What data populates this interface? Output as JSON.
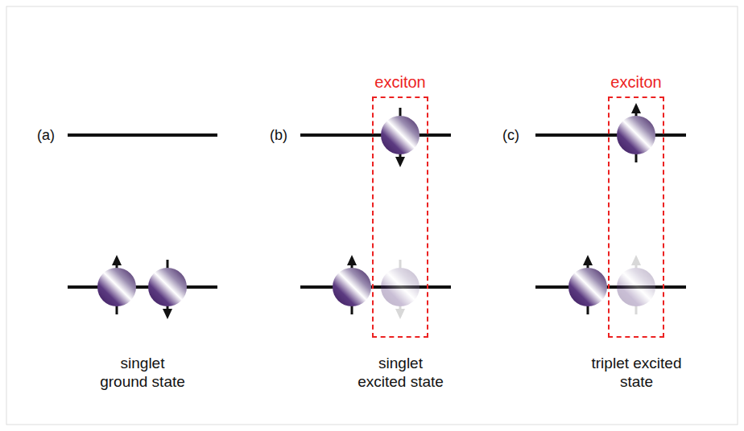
{
  "diagram": {
    "nodes": [
      {
        "text": [
          "exciton"
        ]
      },
      {
        "text": [
          "exciton"
        ]
      }
    ],
    "labels": [
      "(a)",
      "(b)",
      "(c)",
      "singlet ground state",
      "singlet excited state",
      "triplet excited state"
    ]
  }
}
